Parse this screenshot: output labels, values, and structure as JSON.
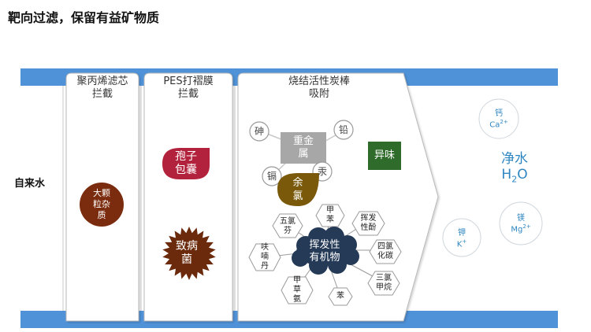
{
  "page": {
    "title": "靶向过滤，保留有益矿物质"
  },
  "inlet_label": "自来水",
  "stages": [
    {
      "title_line1": "聚丙烯滤芯",
      "title_line2": "拦截"
    },
    {
      "title_line1": "PES打褶膜",
      "title_line2": "拦截"
    },
    {
      "title_line1": "烧结活性炭棒",
      "title_line2": "吸附"
    }
  ],
  "stage1": {
    "particle_lines": [
      "大颗",
      "粒杂",
      "质"
    ]
  },
  "stage2": {
    "spore_lines": [
      "孢子",
      "包囊"
    ],
    "bacteria_lines": [
      "致病",
      "菌"
    ]
  },
  "stage3": {
    "heavy_metal_lines": [
      "重金",
      "属"
    ],
    "metals": [
      "砷",
      "铅",
      "镉",
      "汞"
    ],
    "odor": "异味",
    "chlorine_lines": [
      "余",
      "氯"
    ],
    "voc_lines": [
      "挥发性",
      "有机物"
    ],
    "voc_items": [
      {
        "lines": [
          "五氯",
          "芬"
        ]
      },
      {
        "lines": [
          "甲",
          "苯"
        ]
      },
      {
        "lines": [
          "挥发",
          "性酚"
        ]
      },
      {
        "lines": [
          "四氯",
          "化碳"
        ]
      },
      {
        "lines": [
          "三氯",
          "甲烷"
        ]
      },
      {
        "lines": [
          "苯"
        ]
      },
      {
        "lines": [
          "甲",
          "草",
          "氨"
        ]
      },
      {
        "lines": [
          "呋",
          "喃",
          "丹"
        ]
      }
    ]
  },
  "output": {
    "label": "净水",
    "formula_h": "H",
    "formula_sub": "2",
    "formula_o": "O",
    "minerals": [
      {
        "name": "钙",
        "symbol": "Ca",
        "charge": "2+"
      },
      {
        "name": "钾",
        "symbol": "K",
        "charge": "+"
      },
      {
        "name": "镁",
        "symbol": "Mg",
        "charge": "2+"
      }
    ]
  },
  "colors": {
    "pipe": "#4f92d8",
    "panel_border": "#b9b9b9",
    "particle": "#7b2c0e",
    "spore": "#b3223c",
    "bacteria": "#6b2a0c",
    "heavy_metal": "#a7a7a7",
    "odor": "#2f6b2b",
    "chlorine": "#7a5a0a",
    "voc_cloud": "#253a56",
    "ion_text": "#2e86c1"
  }
}
